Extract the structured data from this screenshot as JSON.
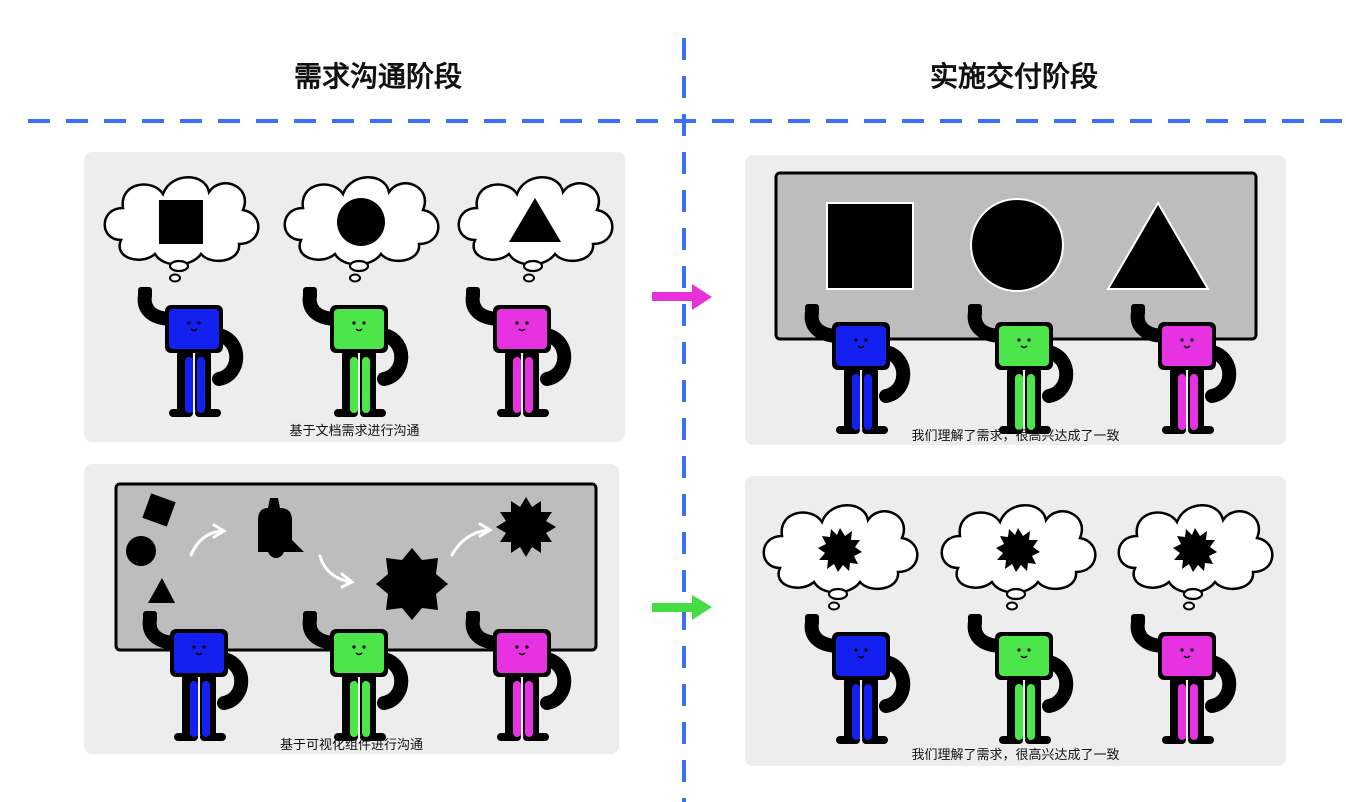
{
  "headings": {
    "left": "需求沟通阶段",
    "right": "实施交付阶段"
  },
  "captions": {
    "top_left": "基于文档需求进行沟通",
    "bottom_left": "基于可视化组件进行沟通",
    "top_right": "我们理解了需求，很高兴达成了一致",
    "bottom_right": "我们理解了需求，很高兴达成了一致"
  },
  "colors": {
    "divider": "#3a6ff7",
    "panel": "#ededed",
    "board": "#bdbdbd",
    "character_blue": "#1420f0",
    "character_green": "#4ce64a",
    "character_magenta": "#e632e0",
    "arrow_magenta": "#e632d8",
    "arrow_green": "#44dd44"
  }
}
